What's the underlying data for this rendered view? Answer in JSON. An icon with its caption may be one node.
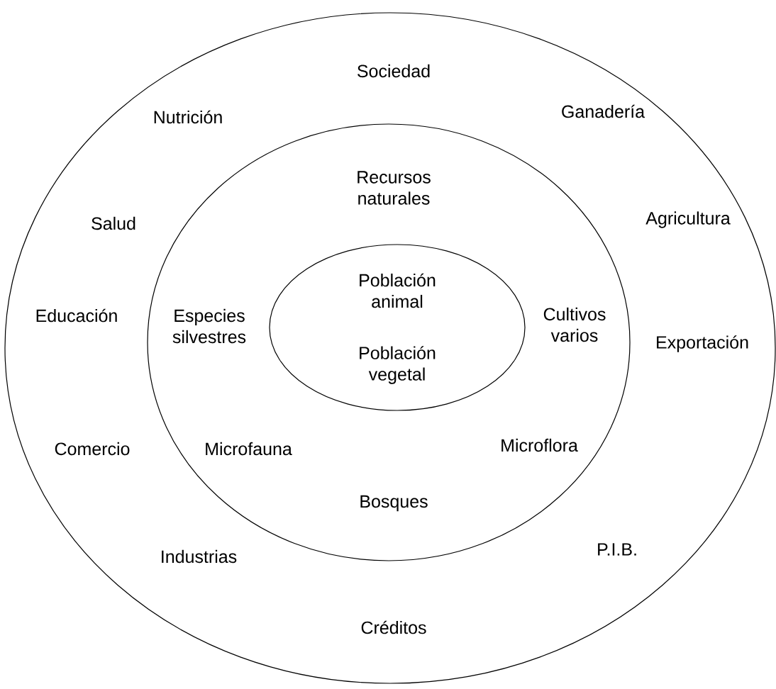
{
  "diagram": {
    "nodes": [
      {
        "text": [
          "Sociedad",
          "Nutrición",
          "Ganadería",
          "Salud",
          "Agricultura",
          "Educación",
          "Exportación",
          "Comercio",
          "Industrias",
          "P.I.B.",
          "Créditos"
        ]
      },
      {
        "text": [
          "Recursos naturales",
          "Especies silvestres",
          "Cultivos varios",
          "Microfauna",
          "Microflora",
          "Bosques"
        ],
        "in": 0
      },
      {
        "text": [
          "Población animal",
          "Población vegetal"
        ],
        "in": 1
      }
    ]
  }
}
